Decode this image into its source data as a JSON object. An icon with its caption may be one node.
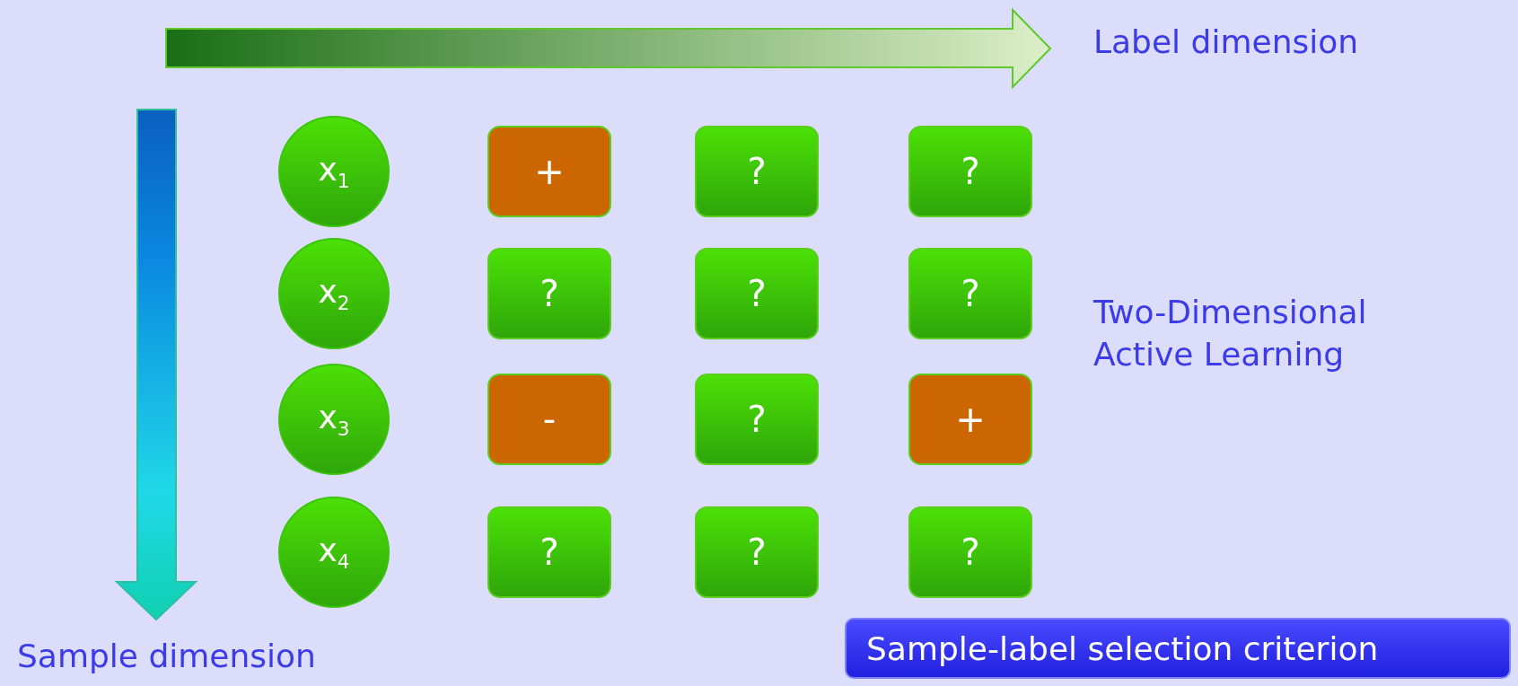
{
  "diagram": {
    "nodes": [
      {
        "text": [
          "x$_{1}$"
        ]
      },
      {
        "text": [
          "+"
        ]
      },
      {
        "text": [
          "?"
        ]
      },
      {
        "text": [
          "?"
        ]
      },
      {
        "text": [
          "x$_{2}$"
        ]
      },
      {
        "text": [
          "?"
        ]
      },
      {
        "text": [
          "?"
        ]
      },
      {
        "text": [
          "?"
        ]
      },
      {
        "text": [
          "x$_{3}$"
        ]
      },
      {
        "text": [
          "-"
        ]
      },
      {
        "text": [
          "?"
        ]
      },
      {
        "text": [
          "+"
        ]
      },
      {
        "text": [
          "x$_{4}$"
        ]
      },
      {
        "text": [
          "?"
        ]
      },
      {
        "text": [
          "?"
        ]
      },
      {
        "text": [
          "?"
        ]
      },
      {
        "text": [
          "Sample-label selection criterion"
        ]
      }
    ],
    "labels": [
      "Label dimension",
      "Two-Dimensional Active Learning",
      "Sample dimension"
    ]
  }
}
